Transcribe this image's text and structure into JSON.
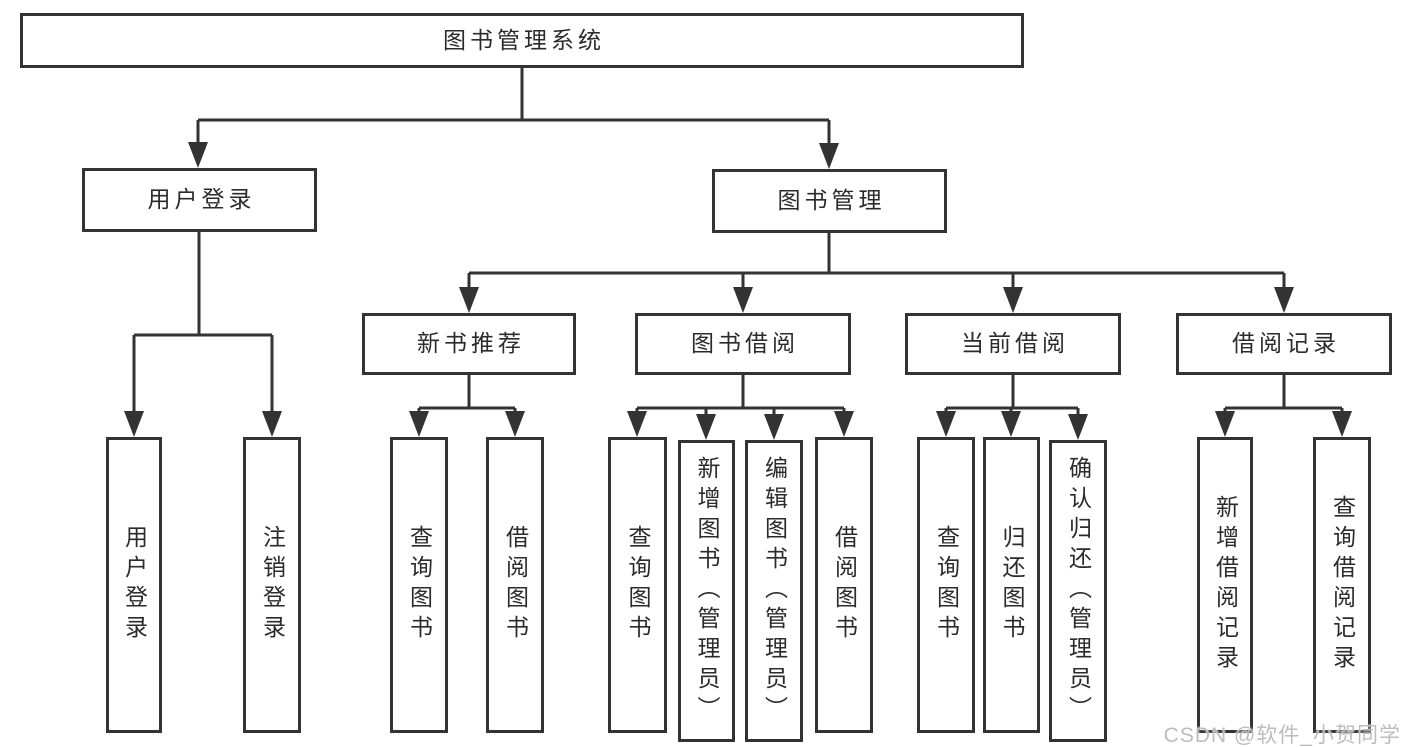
{
  "diagram": {
    "background": "#ffffff",
    "line_color": "#333333",
    "box_border_color": "#333333",
    "text_color": "#2b2b2b",
    "root": {
      "label": "图书管理系统"
    },
    "level2": [
      {
        "label": "用户登录",
        "parent": "图书管理系统"
      },
      {
        "label": "图书管理",
        "parent": "图书管理系统"
      }
    ],
    "level3": [
      {
        "label": "新书推荐",
        "parent": "图书管理"
      },
      {
        "label": "图书借阅",
        "parent": "图书管理"
      },
      {
        "label": "当前借阅",
        "parent": "图书管理"
      },
      {
        "label": "借阅记录",
        "parent": "图书管理"
      }
    ],
    "leaves": [
      {
        "label": "用户登录",
        "parent": "用户登录"
      },
      {
        "label": "注销登录",
        "parent": "用户登录"
      },
      {
        "label": "查询图书",
        "parent": "新书推荐"
      },
      {
        "label": "借阅图书",
        "parent": "新书推荐"
      },
      {
        "label": "查询图书",
        "parent": "图书借阅"
      },
      {
        "label": "新增图书（管理员）",
        "parent": "图书借阅"
      },
      {
        "label": "编辑图书（管理员）",
        "parent": "图书借阅"
      },
      {
        "label": "借阅图书",
        "parent": "图书借阅"
      },
      {
        "label": "查询图书",
        "parent": "当前借阅"
      },
      {
        "label": "归还图书",
        "parent": "当前借阅"
      },
      {
        "label": "确认归还（管理员）",
        "parent": "当前借阅"
      },
      {
        "label": "新增借阅记录",
        "parent": "借阅记录"
      },
      {
        "label": "查询借阅记录",
        "parent": "借阅记录"
      }
    ]
  },
  "watermark": {
    "text": "CSDN @软件_小贺同学",
    "color": "#bdbdbd"
  }
}
